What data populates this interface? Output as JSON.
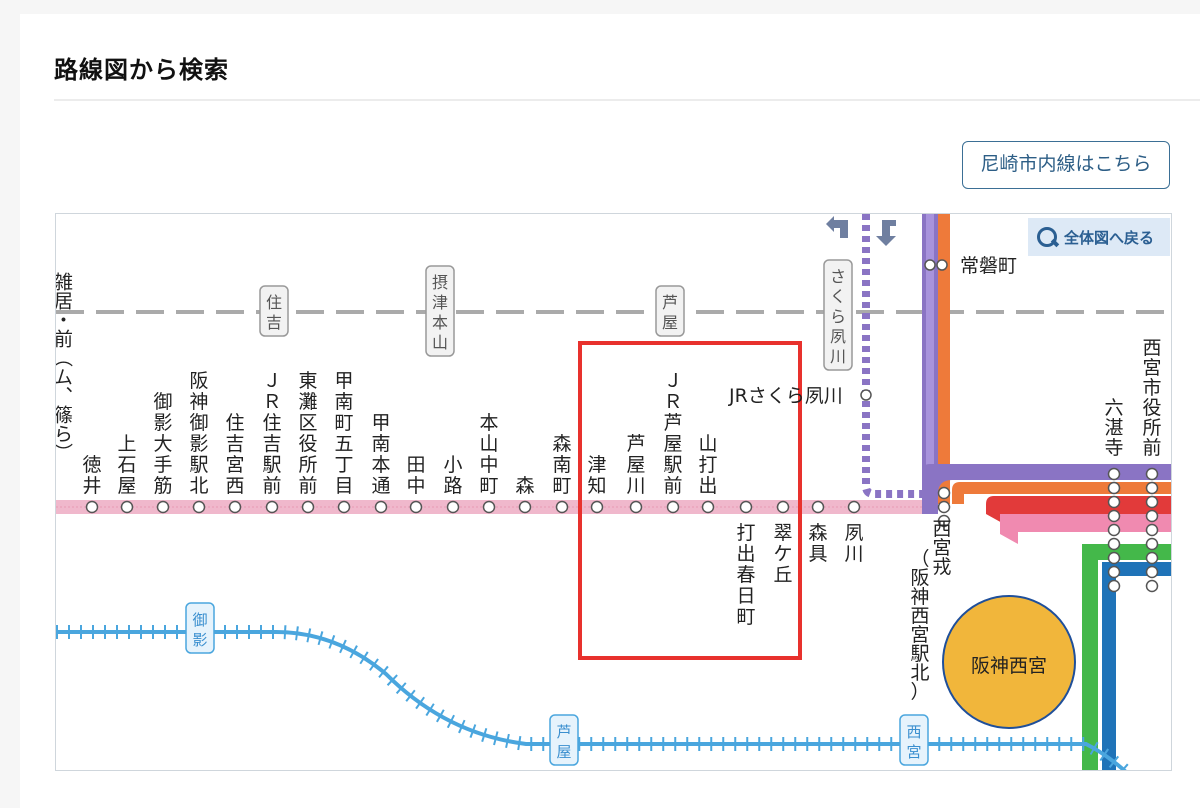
{
  "page": {
    "title": "路線図から検索"
  },
  "button": {
    "label": "尼崎市内線はこちら"
  },
  "map": {
    "zoom_label": "全体図へ戻る",
    "colors": {
      "hanshin_line": "#f0b8cc",
      "jr_line": "#4aa6de",
      "hankyu_line": "#aaaaaa",
      "purple_line": "#8a74c4",
      "orange_line": "#ee7a3a",
      "red_line": "#e23a3a",
      "green_line": "#44b84a",
      "blue_line": "#1f73b8",
      "hub_fill": "#f1b63b",
      "highlight": "#e8312d"
    },
    "top_stations": [
      "徳井",
      "上石屋",
      "御影大手筋",
      "阪神御影駅北",
      "住吉宮西",
      "ＪＲ住吉駅前",
      "東灘区役所前",
      "甲南町五丁目",
      "甲南本通",
      "田中",
      "小路",
      "本山中町",
      "森",
      "森南町",
      "津知",
      "芦屋川",
      "ＪＲ芦屋駅前",
      "山打出"
    ],
    "bottom_stations": [
      "打出春日町",
      "翠ケ丘",
      "森具",
      "夙川"
    ],
    "nishinomiya_ebisu": "西宮戎",
    "nishinomiya_ebisu_sub": "（阪神西宮駅北）",
    "hub": "阪神西宮",
    "tokiwacho": "常磐町",
    "jr_sakura": "JRさくら夙川",
    "rokutanji": "六湛寺",
    "city_hall": "西宮市役所前",
    "hankyu_stops": [
      "住吉",
      "摂津本山",
      "芦屋",
      "さくら夙川"
    ],
    "jr_stops": [
      "御影",
      "芦屋",
      "西宮"
    ],
    "clipped_left": "雑居・前（ム、篠ら）"
  }
}
